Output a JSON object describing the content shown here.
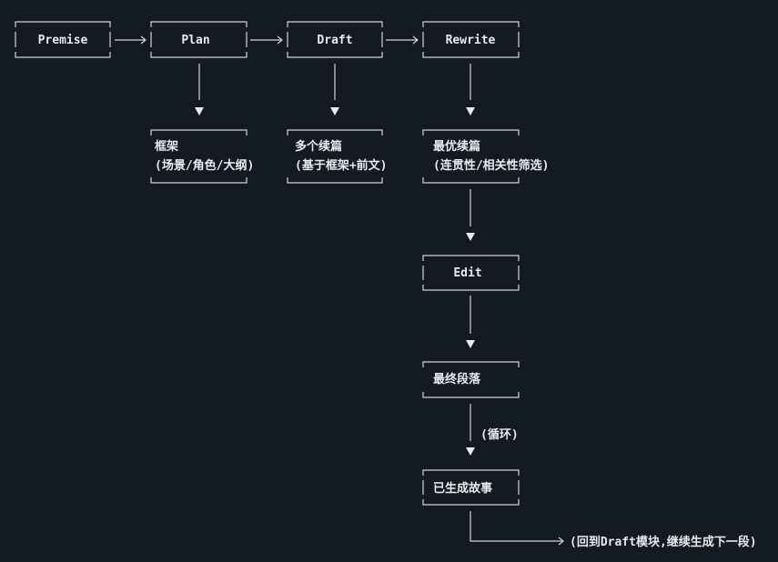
{
  "flow": {
    "premise": "Premise",
    "plan": "Plan",
    "draft": "Draft",
    "rewrite": "Rewrite"
  },
  "outputs": {
    "plan_line1": "框架",
    "plan_line2": "(场景/角色/大纲)",
    "draft_line1": "多个续篇",
    "draft_line2": "(基于框架+前文)",
    "rewrite_line1": "最优续篇",
    "rewrite_line2": "(连贯性/相关性筛选)"
  },
  "pipeline": {
    "edit": "Edit",
    "final_paragraph": "最终段落",
    "loop_label": "(循环)",
    "generated_story": "已生成故事",
    "return_label": "(回到Draft模块,继续生成下一段)"
  }
}
